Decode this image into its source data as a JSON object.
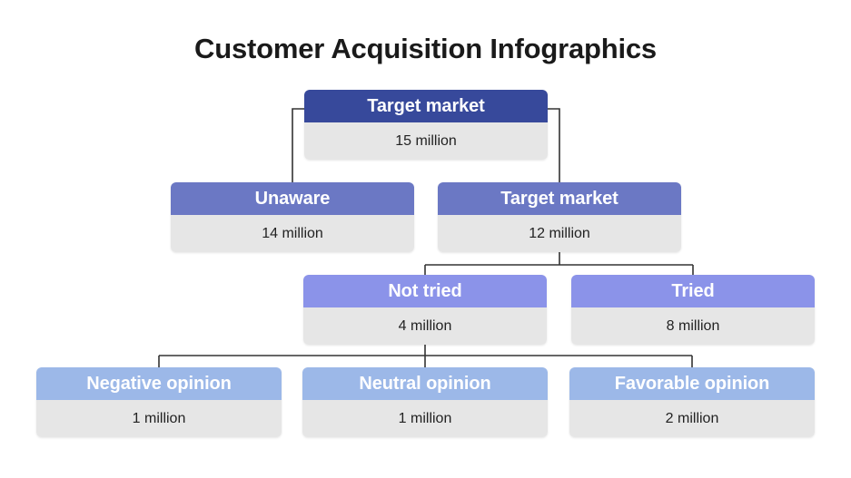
{
  "title": "Customer Acquisition Infographics",
  "colors": {
    "level1": "#37499b",
    "level2": "#6b78c4",
    "level3": "#8b93e9",
    "level4": "#9cb8e8",
    "body": "#e6e6e6",
    "line": "#333333",
    "title": "#1a1a1a"
  },
  "nodes": {
    "target_market_top": {
      "label": "Target market",
      "value": "15 million"
    },
    "unaware": {
      "label": "Unaware",
      "value": "14 million"
    },
    "target_market_2": {
      "label": "Target market",
      "value": "12 million"
    },
    "not_tried": {
      "label": "Not tried",
      "value": "4 million"
    },
    "tried": {
      "label": "Tried",
      "value": "8 million"
    },
    "negative": {
      "label": "Negative opinion",
      "value": "1 million"
    },
    "neutral": {
      "label": "Neutral opinion",
      "value": "1 million"
    },
    "favorable": {
      "label": "Favorable opinion",
      "value": "2 million"
    }
  },
  "chart_data": {
    "type": "diagram",
    "subtype": "funnel-tree",
    "title": "Customer Acquisition Infographics",
    "unit": "million",
    "levels": [
      {
        "level": 1,
        "items": [
          {
            "label": "Target market",
            "value": 15,
            "value_text": "15 million"
          }
        ]
      },
      {
        "level": 2,
        "items": [
          {
            "label": "Unaware",
            "value": 14,
            "value_text": "14 million"
          },
          {
            "label": "Target market",
            "value": 12,
            "value_text": "12 million"
          }
        ]
      },
      {
        "level": 3,
        "items": [
          {
            "label": "Not tried",
            "value": 4,
            "value_text": "4 million"
          },
          {
            "label": "Tried",
            "value": 8,
            "value_text": "8 million"
          }
        ]
      },
      {
        "level": 4,
        "items": [
          {
            "label": "Negative opinion",
            "value": 1,
            "value_text": "1 million"
          },
          {
            "label": "Neutral opinion",
            "value": 1,
            "value_text": "1 million"
          },
          {
            "label": "Favorable opinion",
            "value": 2,
            "value_text": "2 million"
          }
        ]
      }
    ],
    "edges": [
      {
        "from": "Target market (15 million)",
        "to": "Unaware (14 million)"
      },
      {
        "from": "Target market (15 million)",
        "to": "Target market (12 million)"
      },
      {
        "from": "Target market (12 million)",
        "to": "Not tried (4 million)"
      },
      {
        "from": "Target market (12 million)",
        "to": "Tried (8 million)"
      },
      {
        "from": "Not tried (4 million)",
        "to": "Negative opinion (1 million)"
      },
      {
        "from": "Not tried (4 million)",
        "to": "Neutral opinion (1 million)"
      },
      {
        "from": "Not tried (4 million)",
        "to": "Favorable opinion (2 million)"
      }
    ]
  }
}
